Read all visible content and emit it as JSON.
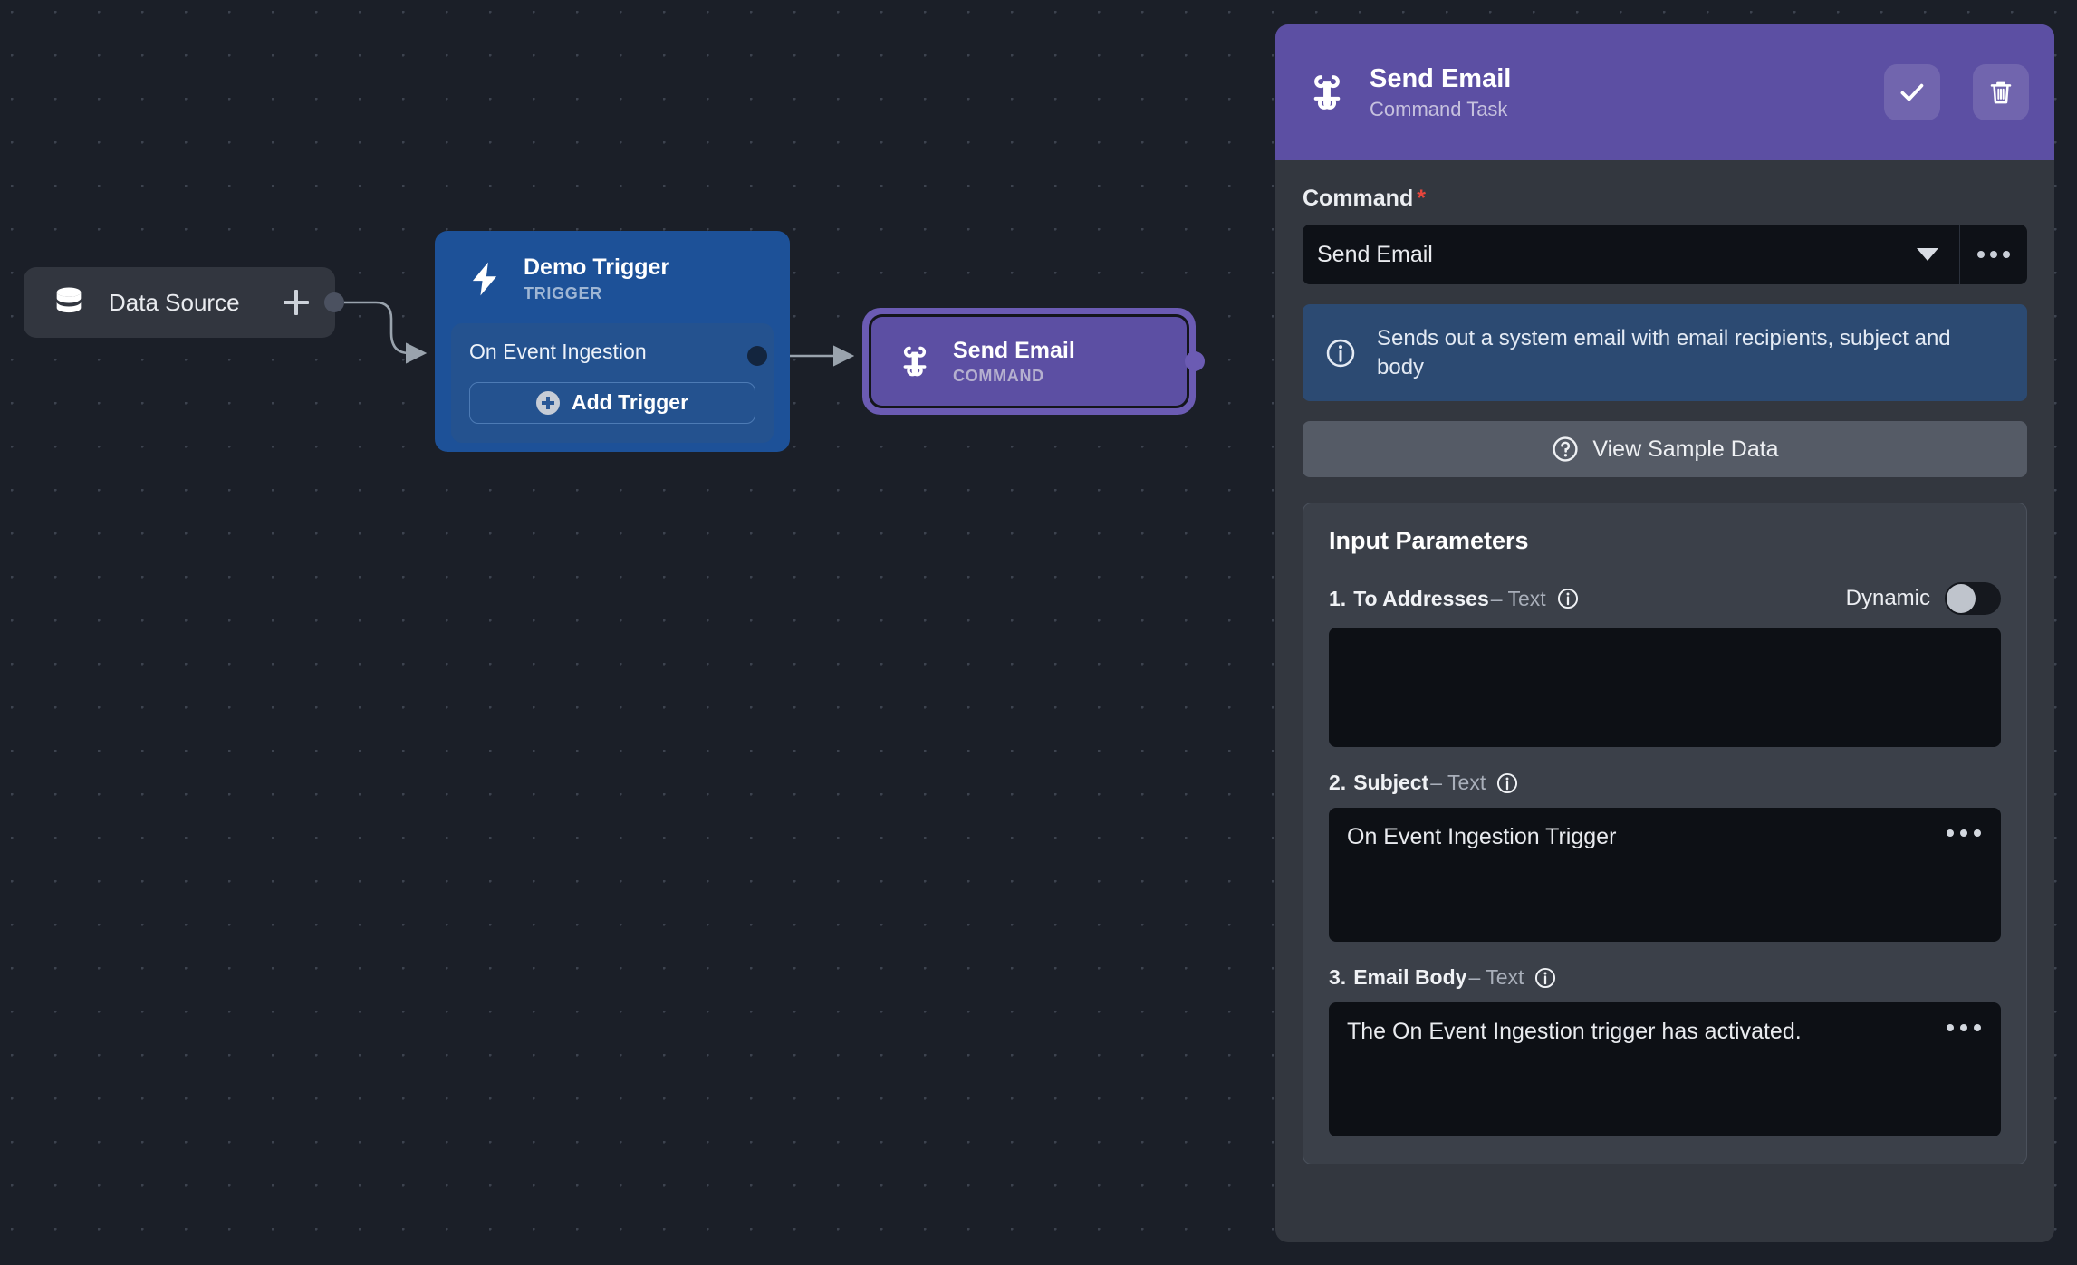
{
  "canvas": {
    "nodes": {
      "data_source": {
        "label": "Data Source",
        "icon": "database-icon",
        "add_icon": "plus-icon"
      },
      "trigger": {
        "title": "Demo Trigger",
        "subtitle": "TRIGGER",
        "icon": "lightning-bolt-icon",
        "body_label": "On Event Ingestion",
        "add_button": "Add Trigger"
      },
      "command": {
        "title": "Send Email",
        "subtitle": "COMMAND",
        "icon": "command-icon"
      }
    }
  },
  "panel": {
    "header": {
      "icon": "command-icon",
      "title": "Send Email",
      "subtitle": "Command Task",
      "confirm_icon": "check-icon",
      "delete_icon": "trash-icon"
    },
    "command_field": {
      "label": "Command",
      "required_marker": "*",
      "value": "Send Email",
      "caret_icon": "chevron-down-icon",
      "more_icon": "ellipsis-icon"
    },
    "info": {
      "icon": "info-icon",
      "text": "Sends out a system email with email recipients, subject and body"
    },
    "sample_button": {
      "icon": "question-circle-icon",
      "label": "View Sample Data"
    },
    "parameters": {
      "title": "Input Parameters",
      "items": [
        {
          "index": "1.",
          "name": "To Addresses",
          "type": "– Text",
          "info_icon": "info-icon",
          "value": "",
          "redacted": true,
          "toggle": {
            "label": "Dynamic",
            "state": "off"
          }
        },
        {
          "index": "2.",
          "name": "Subject",
          "type": "– Text",
          "info_icon": "info-icon",
          "value": "On Event Ingestion Trigger",
          "more_icon": "ellipsis-icon"
        },
        {
          "index": "3.",
          "name": "Email Body",
          "type": "– Text",
          "info_icon": "info-icon",
          "value": "The On Event Ingestion trigger has activated.",
          "more_icon": "ellipsis-icon"
        }
      ]
    }
  },
  "colors": {
    "accent_purple": "#5c4fa3",
    "trigger_blue": "#1d5198",
    "info_blue": "#2c4a72",
    "canvas_bg": "#1b1f28",
    "panel_bg": "#33373f",
    "required_red": "#e8453c"
  }
}
